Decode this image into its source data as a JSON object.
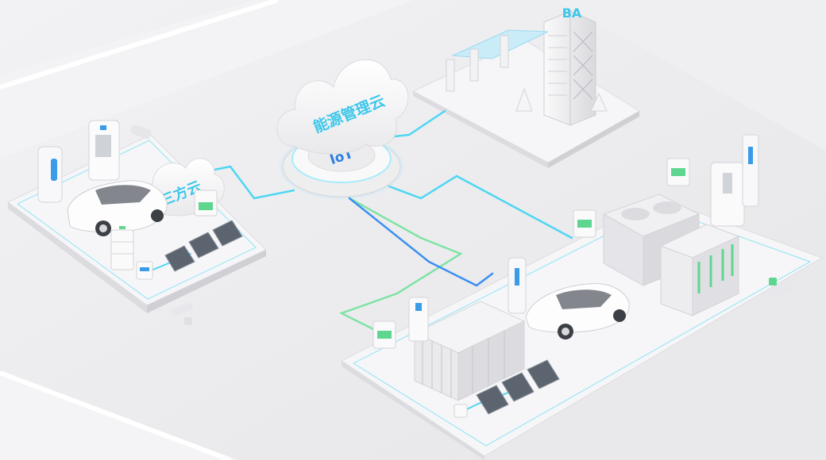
{
  "labels": {
    "energy_cloud": "能源管理云",
    "iot_hub": "IoT",
    "third_party_cloud": "三方云",
    "building_tag": "BA"
  },
  "colors": {
    "background": "#ececee",
    "platform": "#f5f5f7",
    "platform_edge": "#dcdce0",
    "cyan_line": "#4fd6f2",
    "green_line": "#7fe3a4",
    "blue_line": "#3a8ff0",
    "cloud_text": "#3cc7ea",
    "iot_text": "#2d7fe0",
    "solar_panel": "#5c6470",
    "battery_light": "#5fd690",
    "charger_accent": "#3a9ce8"
  },
  "icons": [
    "cloud-icon",
    "iot-hub-icon",
    "ev-car-icon",
    "ev-charger-icon",
    "solar-panel-icon",
    "battery-cabinet-icon",
    "energy-storage-container-icon",
    "cooling-tower-icon",
    "office-building-icon",
    "smart-meter-icon"
  ]
}
